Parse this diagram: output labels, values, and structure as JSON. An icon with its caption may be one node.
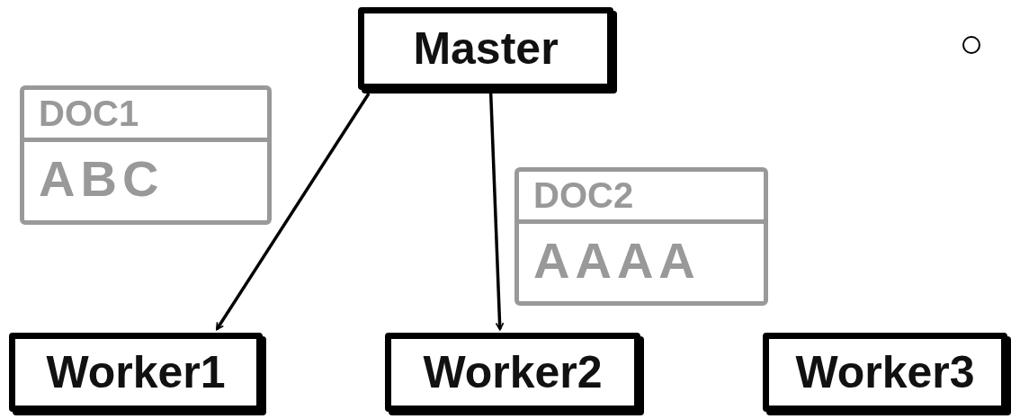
{
  "diagram": {
    "nodes": [
      {
        "text": [
          "Master"
        ]
      },
      {
        "text": [
          "DOC1",
          "ABC"
        ]
      },
      {
        "text": [
          "DOC2",
          "AAAA"
        ]
      },
      {
        "text": [
          "Worker1"
        ]
      },
      {
        "text": [
          "Worker2"
        ]
      },
      {
        "text": [
          "Worker3"
        ]
      }
    ],
    "edges": [
      {
        "from": 0,
        "to": 3,
        "arrow": "to"
      },
      {
        "from": 0,
        "to": 4,
        "arrow": "to"
      }
    ]
  }
}
